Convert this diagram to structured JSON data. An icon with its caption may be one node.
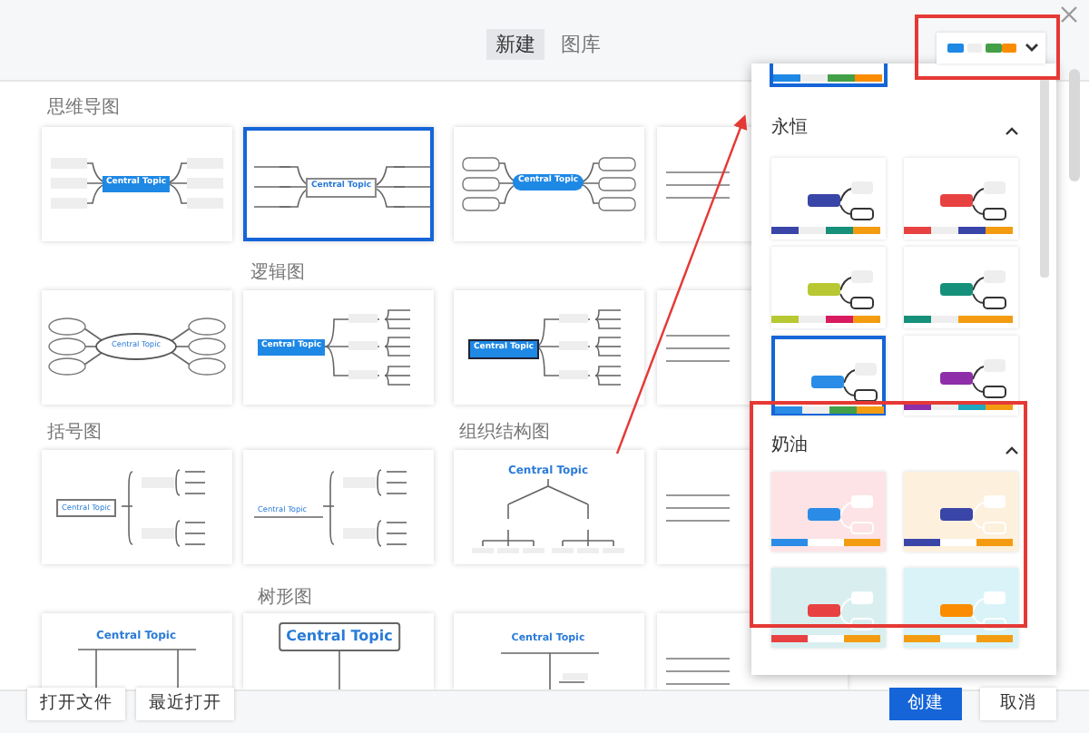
{
  "diagram": {
    "nodes": [
      {
        "text": [],
        "shape": "box"
      },
      {
        "text": [
          "奶油"
        ]
      }
    ],
    "labels": [
      "新建",
      "图库",
      "思维导图",
      "Central Topic",
      "Central Topic",
      "Central Topic",
      "逻辑图",
      "Central Topic",
      "Central Topic",
      "Central Topic",
      "括号图",
      "组织结构图",
      "Central Topic",
      "Central Topic",
      "Central Topic",
      "树形图",
      "Central Topic",
      "Central Topic",
      "Central Topic",
      "永恒",
      "打开文件",
      "最近打开",
      "创建",
      "取消"
    ]
  }
}
